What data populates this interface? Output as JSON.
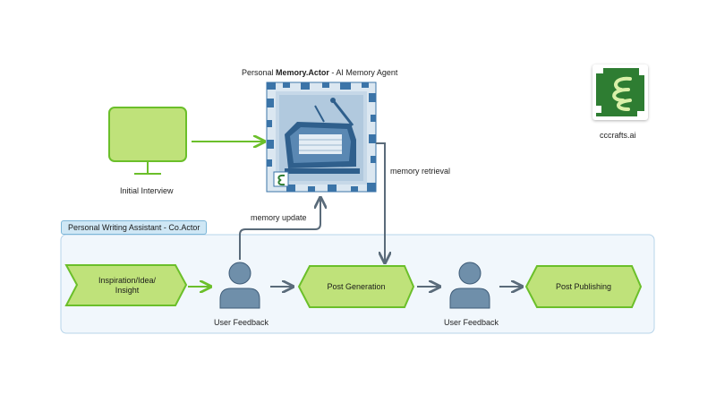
{
  "colors": {
    "green_fill": "#bfe27a",
    "green_stroke": "#6bbf2a",
    "arrow": "#5a6b7a",
    "user_fill": "#6f8faa",
    "panel_fill": "#f1f7fc",
    "panel_stroke": "#b7d4ea",
    "memory_blue": "#3b74a8",
    "logo_green": "#2e7d32"
  },
  "memory_agent": {
    "title_prefix": "Personal ",
    "title_bold": "Memory.Actor",
    "title_suffix": " - AI Memory Agent",
    "icon": "ai-memory-agent-image"
  },
  "initial_interview": {
    "label": "Initial Interview",
    "icon": "monitor-icon"
  },
  "edges": {
    "memory_retrieval": "memory retrieval",
    "memory_update": "memory update"
  },
  "assistant": {
    "label": "Personal Writing Assistant - Co.Actor"
  },
  "steps": {
    "inspiration_line1": "Inspiration/Idea/",
    "inspiration_line2": "Insight",
    "user_feedback_1": "User Feedback",
    "post_generation": "Post Generation",
    "user_feedback_2": "User Feedback",
    "post_publishing": "Post Publishing"
  },
  "brand": {
    "name": "cccrafts.ai",
    "icon": "cccrafts-logo-icon"
  }
}
